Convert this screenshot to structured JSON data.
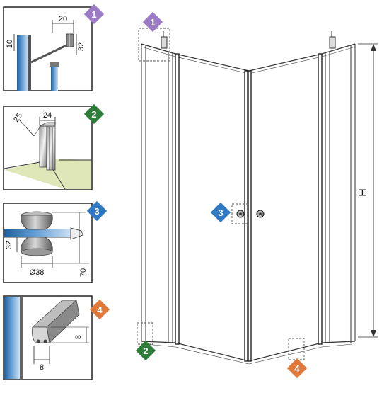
{
  "badges": {
    "b1": {
      "label": "1",
      "color": "#9b7bc6"
    },
    "b2": {
      "label": "2",
      "color": "#2e7d3b"
    },
    "b3": {
      "label": "3",
      "color": "#2f78c4"
    },
    "b4": {
      "label": "4",
      "color": "#e0783a"
    }
  },
  "detail1": {
    "dim_top": "20",
    "dim_left": "10",
    "dim_right": "32"
  },
  "detail2": {
    "dim_a": "25",
    "dim_b": "24"
  },
  "detail3": {
    "dim_height": "32",
    "dim_diameter": "Ø38",
    "dim_right": "70"
  },
  "detail4": {
    "dim_height": "8",
    "dim_width": "8"
  },
  "main": {
    "height_label": "H"
  },
  "colors": {
    "glass": "#3b7fc4",
    "frame": "#333333",
    "floor": "#dfe6b8"
  }
}
